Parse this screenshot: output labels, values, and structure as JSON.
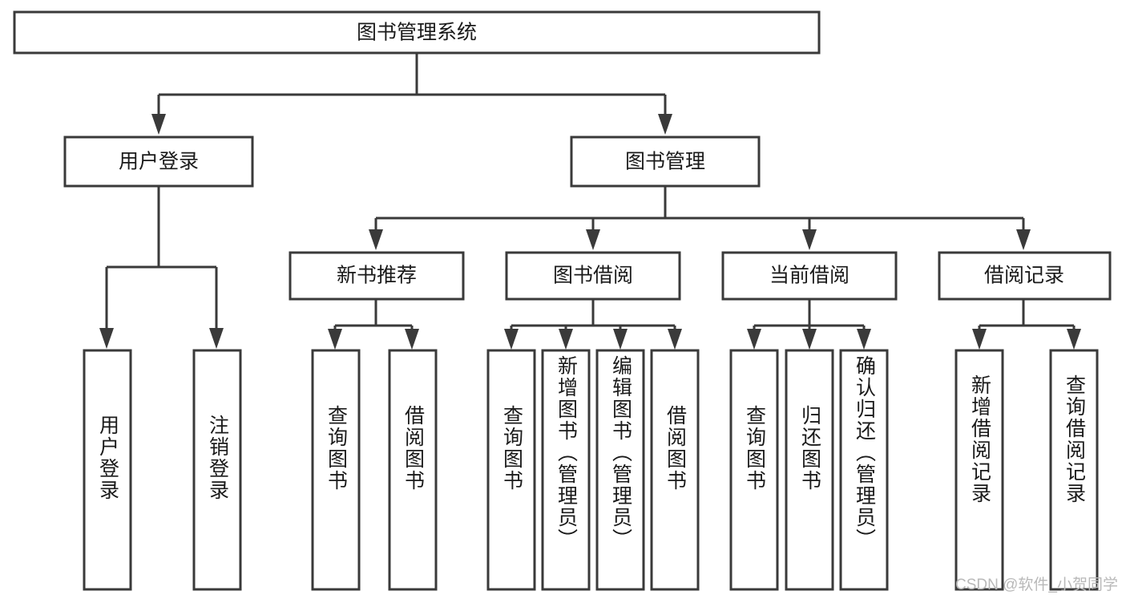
{
  "diagram": {
    "type": "tree-hierarchy",
    "title": "图书管理系统",
    "root": {
      "id": "root",
      "label": "图书管理系统",
      "orientation": "horizontal"
    },
    "level2": [
      {
        "id": "user-login",
        "label": "用户登录",
        "orientation": "horizontal"
      },
      {
        "id": "book-management",
        "label": "图书管理",
        "orientation": "horizontal"
      }
    ],
    "level3": [
      {
        "id": "new-book-recommend",
        "label": "新书推荐",
        "orientation": "horizontal"
      },
      {
        "id": "book-borrow",
        "label": "图书借阅",
        "orientation": "horizontal"
      },
      {
        "id": "current-borrow",
        "label": "当前借阅",
        "orientation": "horizontal"
      },
      {
        "id": "borrow-record",
        "label": "借阅记录",
        "orientation": "horizontal"
      }
    ],
    "leaves": [
      {
        "id": "leaf-user-login",
        "label": "用户登录",
        "parent": "user-login",
        "orientation": "vertical"
      },
      {
        "id": "leaf-user-logout",
        "label": "注销登录",
        "parent": "user-login",
        "orientation": "vertical"
      },
      {
        "id": "leaf-query-book-1",
        "label": "查询图书",
        "parent": "new-book-recommend",
        "orientation": "vertical"
      },
      {
        "id": "leaf-borrow-book-1",
        "label": "借阅图书",
        "parent": "new-book-recommend",
        "orientation": "vertical"
      },
      {
        "id": "leaf-query-book-2",
        "label": "查询图书",
        "parent": "book-borrow",
        "orientation": "vertical"
      },
      {
        "id": "leaf-add-book",
        "label": "新增图书（管理员）",
        "parent": "book-borrow",
        "orientation": "vertical"
      },
      {
        "id": "leaf-edit-book",
        "label": "编辑图书（管理员）",
        "parent": "book-borrow",
        "orientation": "vertical"
      },
      {
        "id": "leaf-borrow-book-2",
        "label": "借阅图书",
        "parent": "book-borrow",
        "orientation": "vertical"
      },
      {
        "id": "leaf-query-book-3",
        "label": "查询图书",
        "parent": "current-borrow",
        "orientation": "vertical"
      },
      {
        "id": "leaf-return-book",
        "label": "归还图书",
        "parent": "current-borrow",
        "orientation": "vertical"
      },
      {
        "id": "leaf-confirm-return",
        "label": "确认归还（管理员）",
        "parent": "current-borrow",
        "orientation": "vertical"
      },
      {
        "id": "leaf-add-record",
        "label": "新增借阅记录",
        "parent": "borrow-record",
        "orientation": "vertical"
      },
      {
        "id": "leaf-query-record",
        "label": "查询借阅记录",
        "parent": "borrow-record",
        "orientation": "vertical"
      }
    ],
    "colors": {
      "stroke": "#3a3a3a",
      "fill": "#ffffff",
      "text": "#1a1a1a",
      "watermark": "#b9b9b9"
    }
  },
  "watermark": {
    "text": "CSDN @软件_小贺同学"
  }
}
